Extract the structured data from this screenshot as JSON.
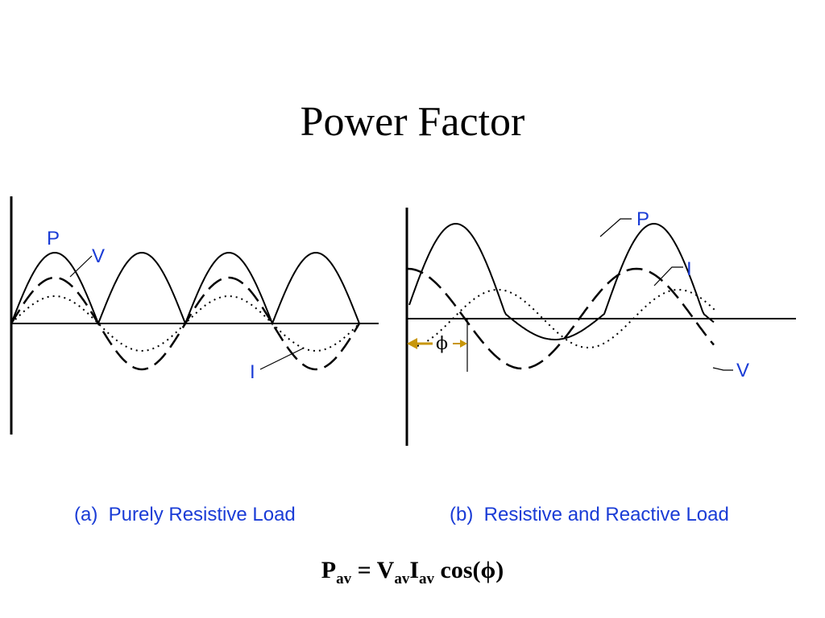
{
  "slide": {
    "title": "Power Factor",
    "colors": {
      "label": "#1a3cd6",
      "phase_arrow": "#c8960a",
      "curve": "#000000"
    }
  },
  "diagram_a": {
    "caption": "(a)  Purely Resistive Load",
    "labels": {
      "power": "P",
      "voltage": "V",
      "current": "I"
    }
  },
  "diagram_b": {
    "caption": "(b)  Resistive and Reactive Load",
    "labels": {
      "power": "P",
      "current": "I",
      "voltage": "V",
      "phase": "ϕ"
    }
  },
  "formula": {
    "P": "P",
    "P_sub": "av",
    "eq": " = ",
    "V": "V",
    "V_sub": "av",
    "I": "I",
    "I_sub": "av",
    "cos": " cos(ϕ)"
  }
}
